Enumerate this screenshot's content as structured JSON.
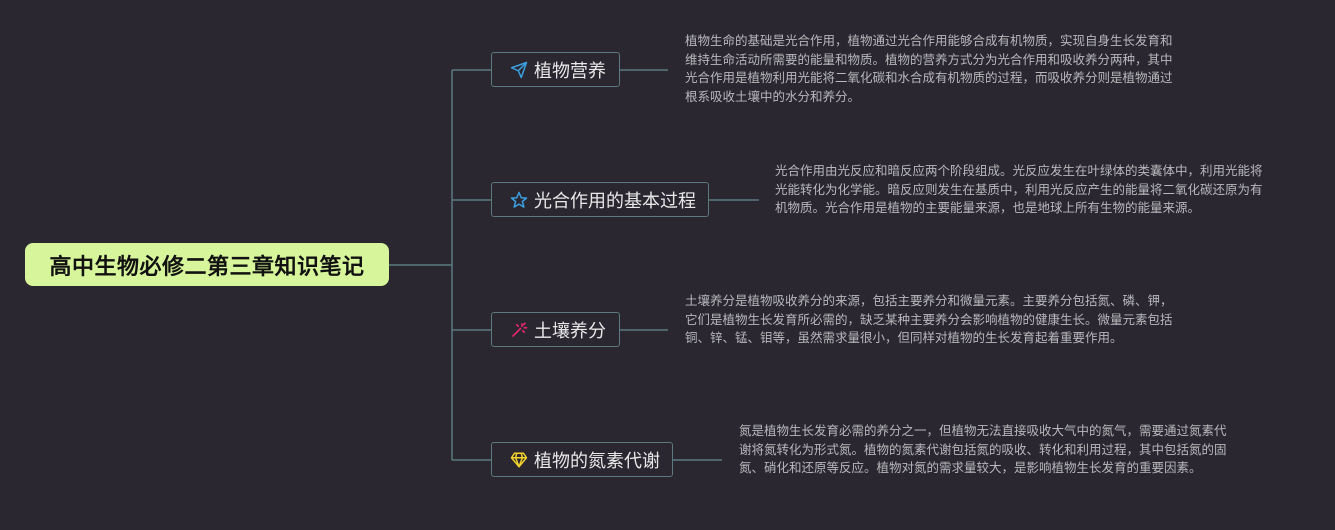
{
  "root": {
    "title": "高中生物必修二第三章知识笔记"
  },
  "topics": [
    {
      "label": "植物营养",
      "icon": "paper-plane-icon",
      "note": "植物生命的基础是光合作用，植物通过光合作用能够合成有机物质，实现自身生长发育和维持生命活动所需要的能量和物质。植物的营养方式分为光合作用和吸收养分两种，其中光合作用是植物利用光能将二氧化碳和水合成有机物质的过程，而吸收养分则是植物通过根系吸收土壤中的水分和养分。"
    },
    {
      "label": "光合作用的基本过程",
      "icon": "star-icon",
      "note": "光合作用由光反应和暗反应两个阶段组成。光反应发生在叶绿体的类囊体中，利用光能将光能转化为化学能。暗反应则发生在基质中，利用光反应产生的能量将二氧化碳还原为有机物质。光合作用是植物的主要能量来源，也是地球上所有生物的能量来源。"
    },
    {
      "label": "土壤养分",
      "icon": "magic-wand-icon",
      "note": "土壤养分是植物吸收养分的来源，包括主要养分和微量元素。主要养分包括氮、磷、钾，它们是植物生长发育所必需的，缺乏某种主要养分会影响植物的健康生长。微量元素包括铜、锌、锰、钼等，虽然需求量很小，但同样对植物的生长发育起着重要作用。"
    },
    {
      "label": "植物的氮素代谢",
      "icon": "diamond-icon",
      "note": "氮是植物生长发育必需的养分之一，但植物无法直接吸收大气中的氮气，需要通过氮素代谢将氮转化为形式氮。植物的氮素代谢包括氮的吸收、转化和利用过程，其中包括氮的固氮、硝化和还原等反应。植物对氮的需求量较大，是影响植物生长发育的重要因素。"
    }
  ],
  "colors": {
    "background": "#2a2730",
    "root_fill": "#d7f59a",
    "connector": "#5b7a7f",
    "plane_icon": "#3aa0e0",
    "star_icon": "#3aa0e0",
    "wand_icon": "#e0286a",
    "diamond_icon": "#f2d22e"
  }
}
